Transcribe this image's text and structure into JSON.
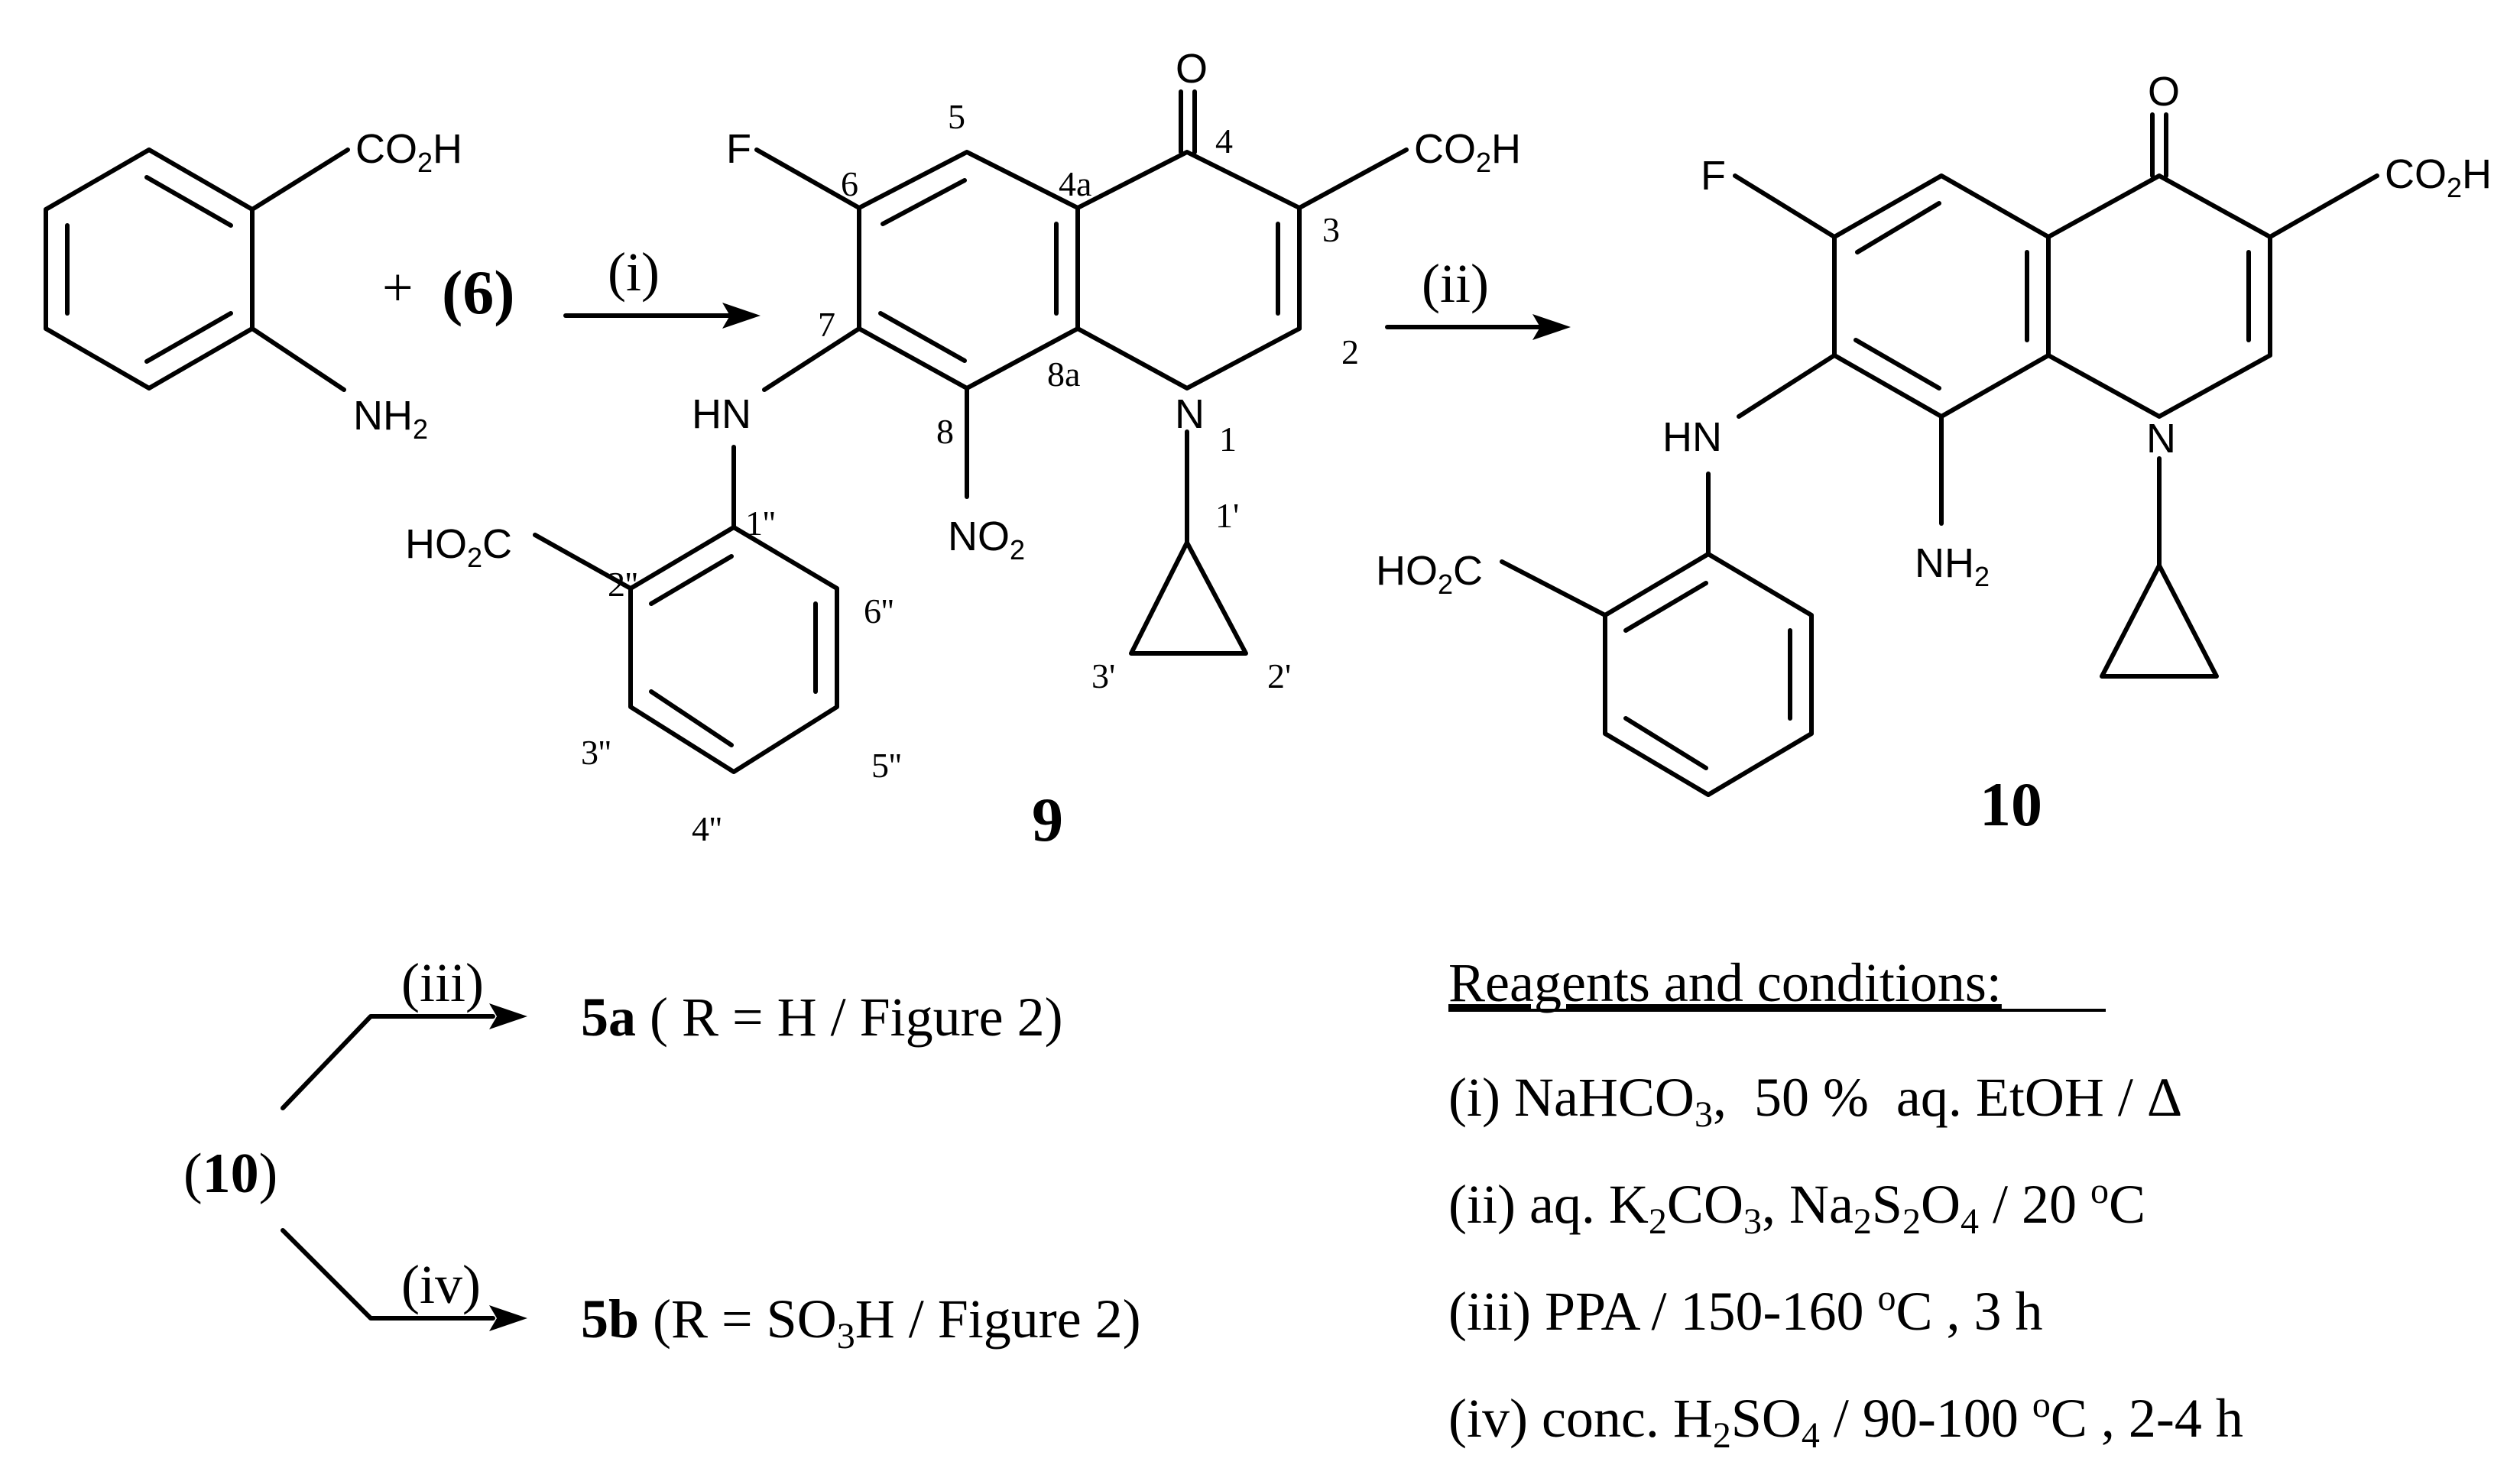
{
  "atoms": {
    "co2h": "CO",
    "co2h_h": "H",
    "ho2c_ho": "HO",
    "ho2c_c": "C",
    "nh2": "NH",
    "hn": "HN",
    "no2": "NO",
    "f": "F",
    "o": "O",
    "n": "N",
    "sub2": "2"
  },
  "numbering": {
    "n2": "2",
    "n3": "3",
    "n4": "4",
    "n4a": "4a",
    "n5": "5",
    "n6": "6",
    "n7": "7",
    "n8": "8",
    "n8a": "8a",
    "n1": "1",
    "p1": "1'",
    "p2": "2'",
    "p3": "3'",
    "d1": "1''",
    "d2": "2''",
    "d3": "3''",
    "d4": "4''",
    "d5": "5''",
    "d6": "6''"
  },
  "step_labels": {
    "i": "(i)",
    "ii": "(ii)",
    "iii": "(iii)",
    "iv": "(iv)"
  },
  "plus": "+",
  "reactant_6": "(6)",
  "compounds": {
    "c9": "9",
    "c10": "10",
    "c10_paren_open": "(",
    "c10_label": "10",
    "c10_paren_close": ")"
  },
  "products": {
    "p5a_label": "5a",
    "p5a_text": " ( R = H / Figure 2)",
    "p5b_label": "5b",
    "p5b_text_1": " (R = SO",
    "p5b_sub": "3",
    "p5b_text_2": "H / Figure 2)"
  },
  "reagents": {
    "title": "Reagents and conditions:",
    "i_1": "(i) NaHCO",
    "i_sub": "3",
    "i_2": ",  50 %  aq. EtOH / Δ",
    "ii_1": "(ii) aq. K",
    "ii_s1": "2",
    "ii_2": "CO",
    "ii_s2": "3",
    "ii_3": ", Na",
    "ii_s3": "2",
    "ii_4": "S",
    "ii_s4": "2",
    "ii_5": "O",
    "ii_s5": "4",
    "ii_6": " / 20 ",
    "ii_sup": "o",
    "ii_7": "C",
    "iii_1": "(iii) PPA / 150-160 ",
    "iii_sup": "o",
    "iii_2": "C , 3 h",
    "iv_1": "(iv) conc. H",
    "iv_s1": "2",
    "iv_2": "SO",
    "iv_s2": "4",
    "iv_3": " / 90-100 ",
    "iv_sup": "o",
    "iv_4": "C , 2-4 h"
  }
}
